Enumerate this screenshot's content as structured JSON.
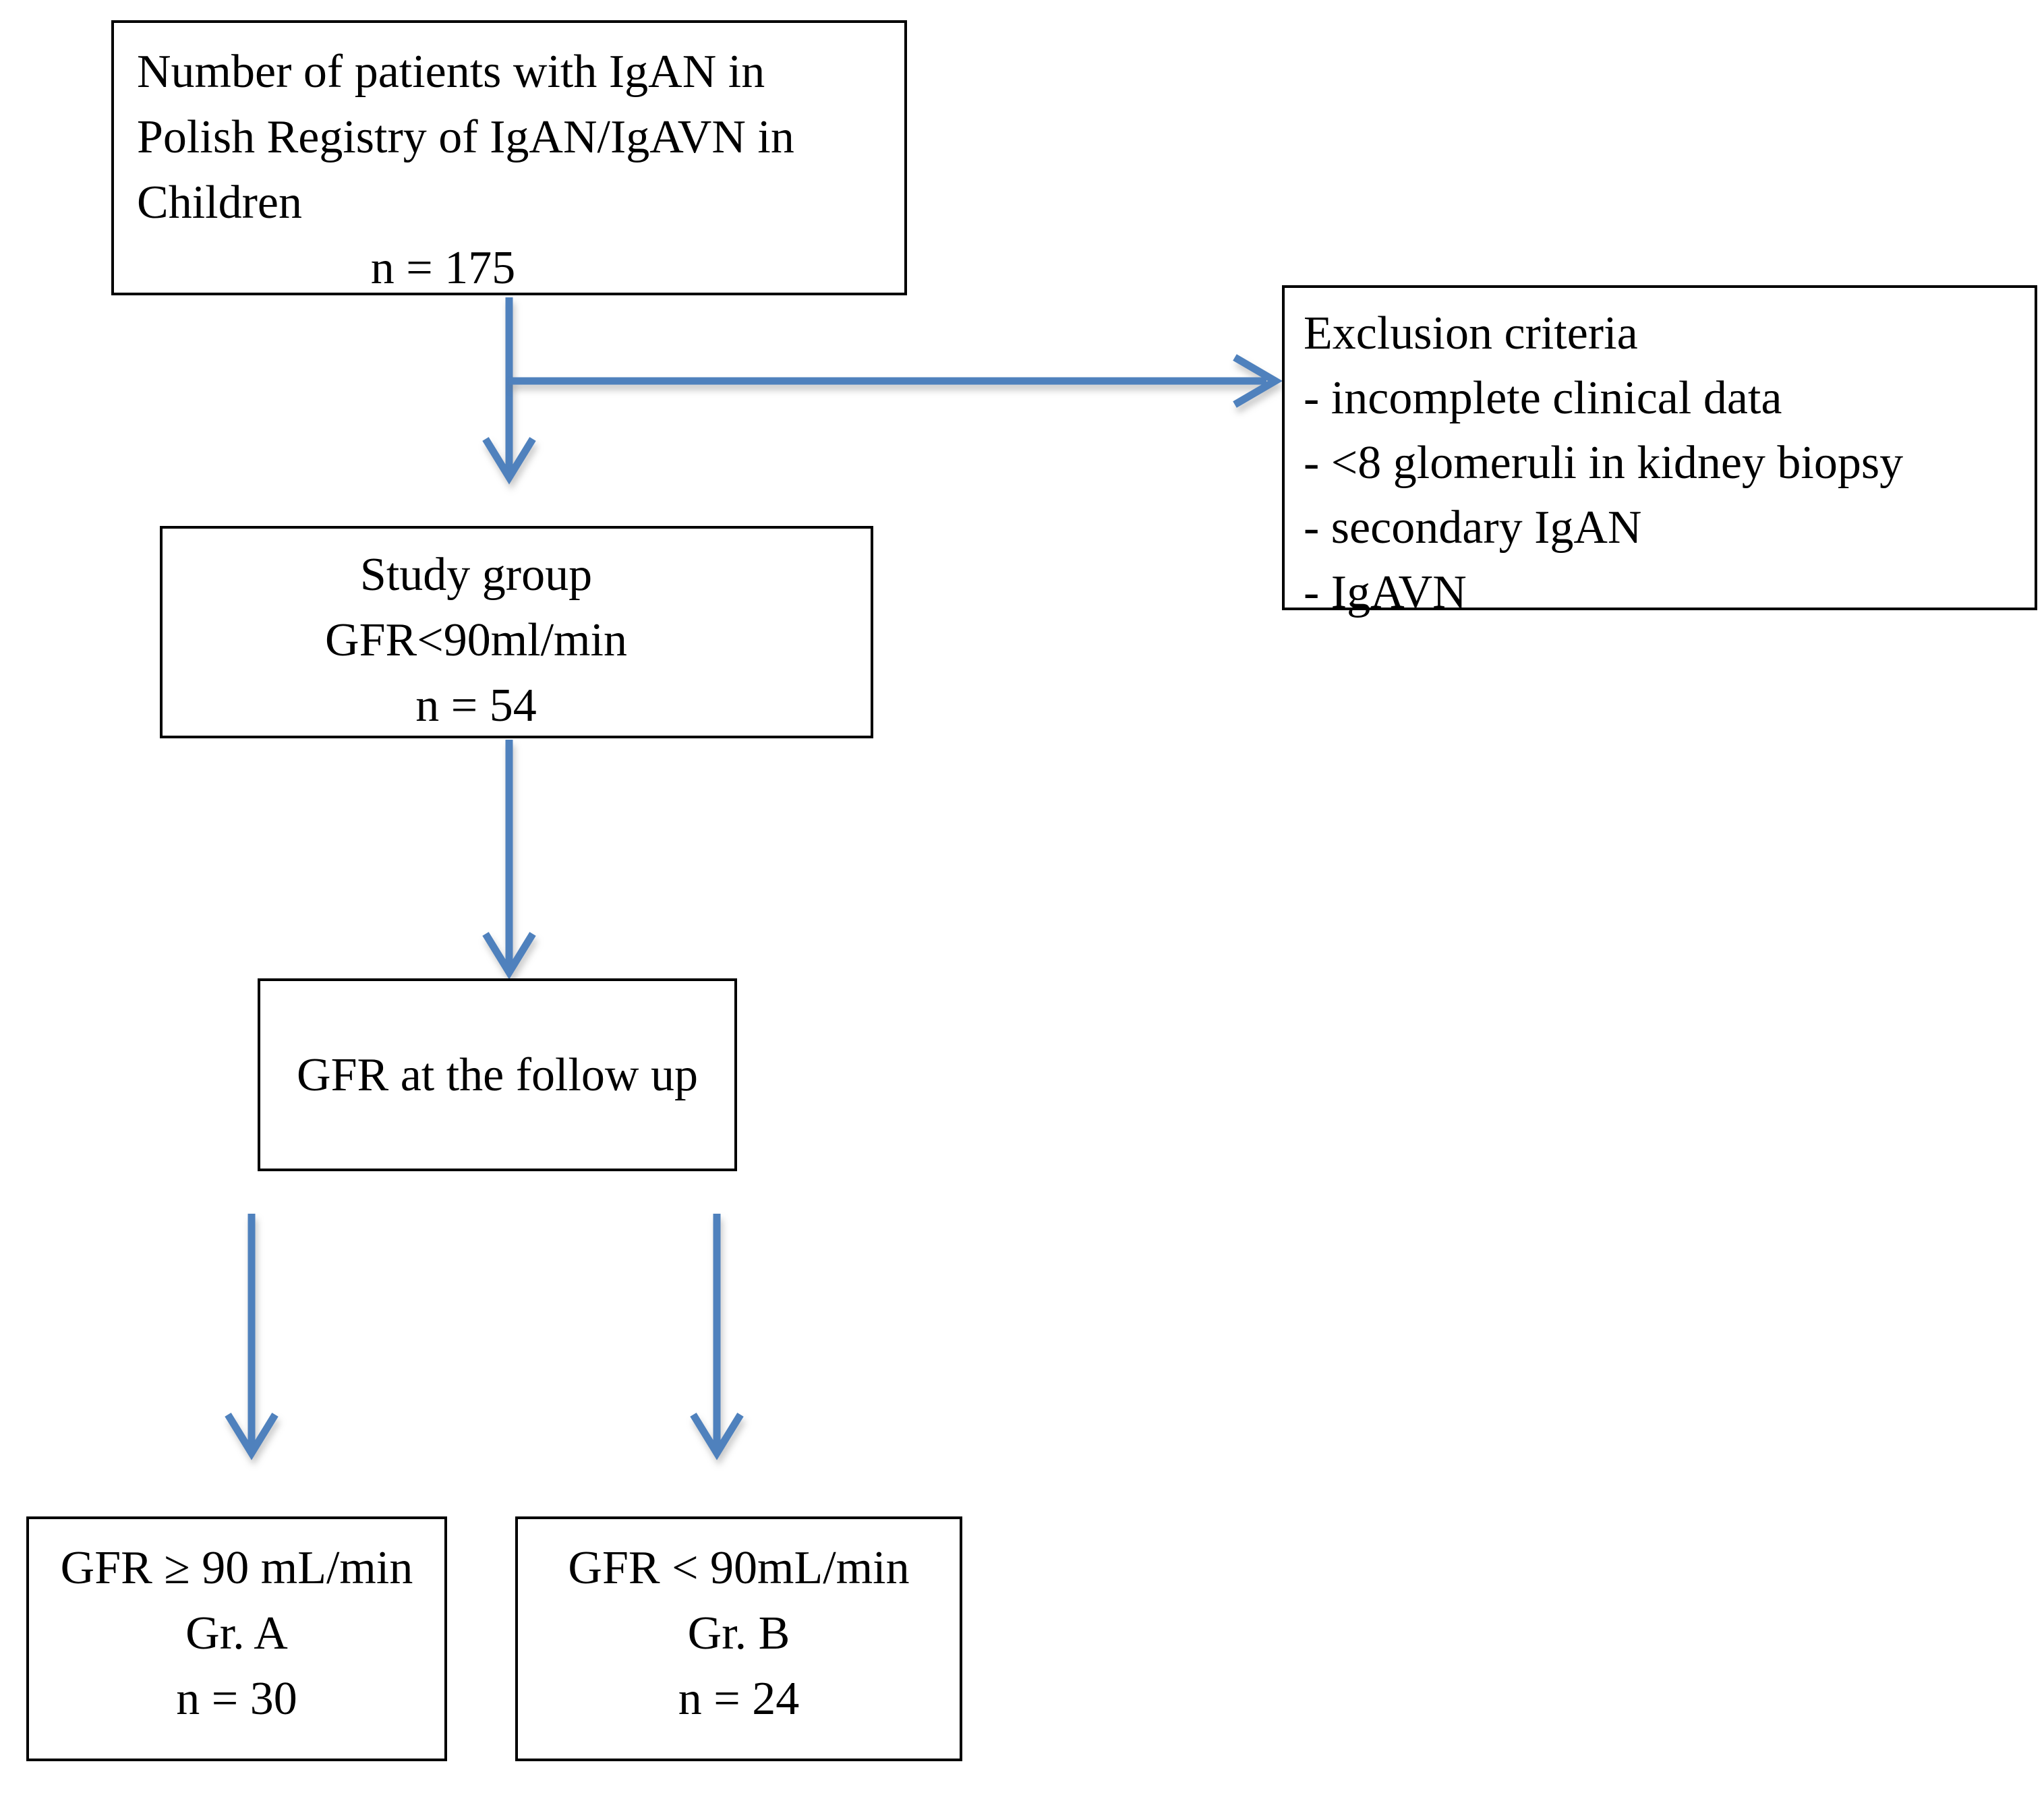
{
  "figure": {
    "type": "flowchart",
    "colors": {
      "arrow_color": "#4f81bd",
      "border_color": "#000000",
      "text_color": "#000000",
      "background": "#ffffff"
    },
    "boxes": {
      "registry": {
        "line1": "Number of patients with IgAN in",
        "line2": "Polish Registry of IgAN/IgAVN in",
        "line3": "Children",
        "count": "n = 175"
      },
      "exclusion": {
        "title": "Exclusion criteria",
        "item1": "- incomplete clinical data",
        "item2": "- <8 glomeruli in kidney biopsy",
        "item3": "- secondary IgAN",
        "item4": "- IgAVN"
      },
      "study_group": {
        "line1": "Study group",
        "line2": "GFR<90ml/min",
        "count": "n = 54"
      },
      "follow_up": {
        "line1": "GFR at the follow up"
      },
      "group_a": {
        "line1": "GFR ≥ 90 mL/min",
        "line2": "Gr. A",
        "count": "n = 30"
      },
      "group_b": {
        "line1": "GFR < 90mL/min",
        "line2": "Gr. B",
        "count": "n = 24"
      }
    }
  }
}
